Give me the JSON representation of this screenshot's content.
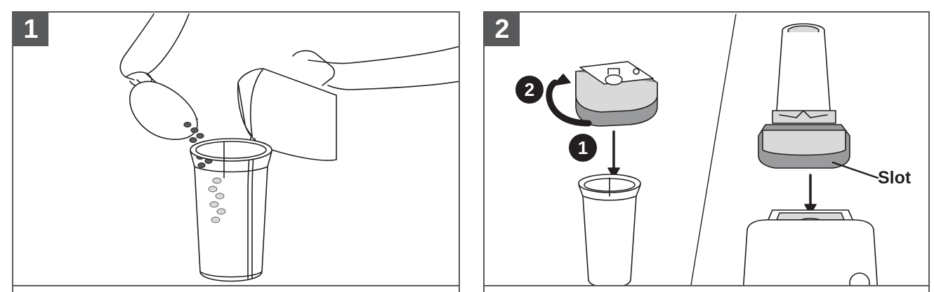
{
  "steps": [
    {
      "number": "1"
    },
    {
      "number": "2"
    }
  ],
  "callouts": {
    "first": "1",
    "second": "2",
    "slot_label": "Slot"
  },
  "colors": {
    "badge": "#58595b",
    "line": "#231f20",
    "gray_fill": "#9a9b9d",
    "light_fill": "#f2f2f2"
  }
}
